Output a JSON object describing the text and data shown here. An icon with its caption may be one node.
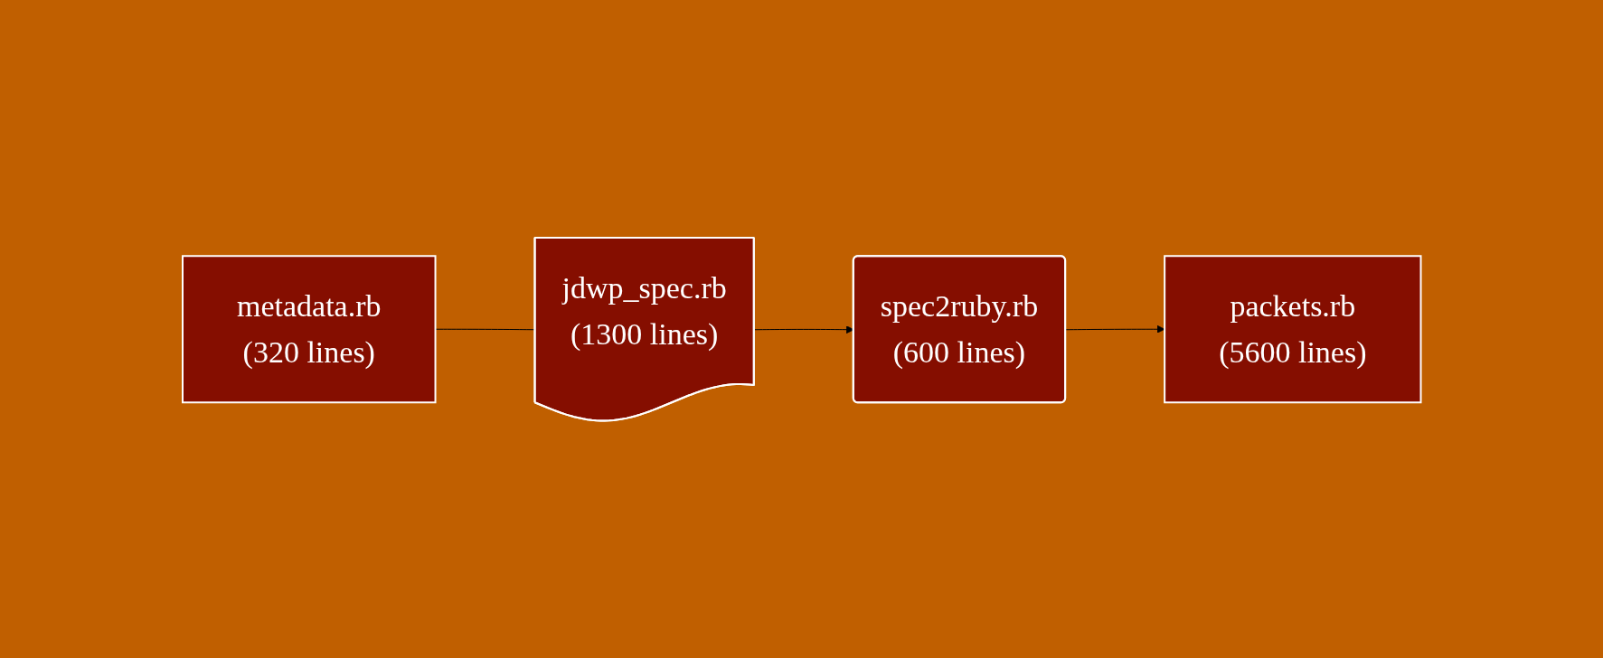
{
  "diagram": {
    "nodes": [
      {
        "text": [
          "metadata.rb",
          "(320 lines)"
        ]
      },
      {
        "text": [
          "jdwp_spec.rb",
          "(1300 lines)"
        ]
      },
      {
        "text": [
          "spec2ruby.rb",
          "(600 lines)"
        ]
      },
      {
        "text": [
          "packets.rb",
          "(5600 lines)"
        ]
      }
    ],
    "edges": [
      {
        "from": 0,
        "to": 1,
        "arrow": "none"
      },
      {
        "from": 1,
        "to": 2,
        "arrow": "to"
      },
      {
        "from": 2,
        "to": 3,
        "arrow": "to"
      }
    ]
  }
}
